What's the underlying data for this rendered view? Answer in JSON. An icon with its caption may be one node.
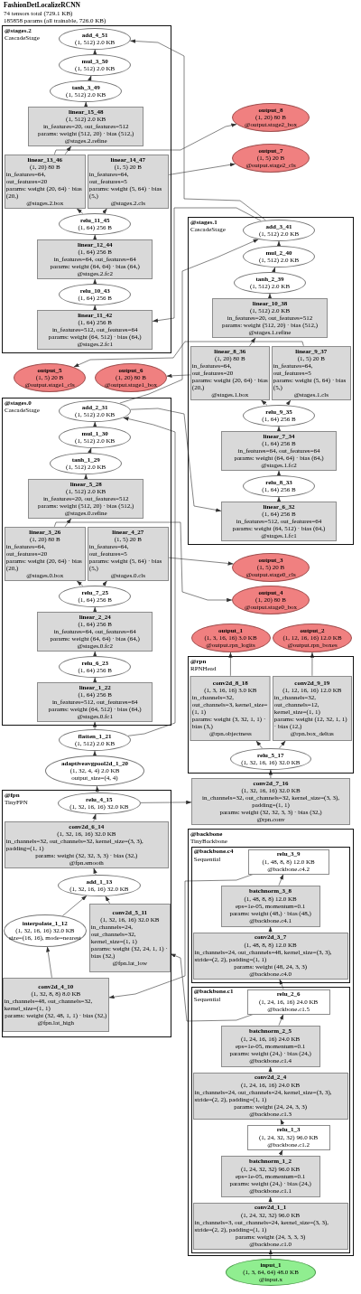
{
  "diagram": {
    "title": "FashionDetLocalizeRCNN",
    "labels": [
      "74 tensors total (729.1 KB)",
      "185858 params (all trainable, 726.0 KB)"
    ],
    "nodes": [
      {
        "text": [
          "@stages.2",
          "CascadeStage"
        ]
      },
      {
        "text": [
          "add_4_51",
          "(1, 512) 2.0 KB"
        ],
        "in": 0
      },
      {
        "text": [
          "mul_3_50",
          "(1, 512) 2.0 KB"
        ],
        "in": 0
      },
      {
        "text": [
          "tanh_3_49",
          "(1, 512) 2.0 KB"
        ],
        "in": 0
      },
      {
        "text": [
          "output_8",
          "(1, 20) 80 B",
          "@output.stage2_box"
        ]
      },
      {
        "text": [
          "output_7",
          "(1, 5) 20 B",
          "@output.stage2_cls"
        ]
      },
      {
        "text": [
          "linear_15_48",
          "(1, 512) 2.0 KB",
          "in_features=20, out_features=512",
          "params: weight (512, 20) · bias (512,)",
          "@stages.2.refine"
        ],
        "in": 0
      },
      {
        "text": [
          "linear_13_46",
          "(1, 20) 80 B",
          "in_features=64, out_features=20",
          "params: weight (20, 64) · bias (20,)",
          "@stages.2.box"
        ],
        "in": 0
      },
      {
        "text": [
          "linear_14_47",
          "(1, 5) 20 B",
          "in_features=64, out_features=5",
          "params: weight (5, 64) · bias (5,)",
          "@stages.2.cls"
        ],
        "in": 0
      },
      {
        "text": [
          "relu_11_45",
          "(1, 64) 256 B"
        ],
        "in": 0
      },
      {
        "text": [
          "linear_12_44",
          "(1, 64) 256 B",
          "in_features=64, out_features=64",
          "params: weight (64, 64) · bias (64,)",
          "@stages.2.fc2"
        ],
        "in": 0
      },
      {
        "text": [
          "relu_10_43",
          "(1, 64) 256 B"
        ],
        "in": 0
      },
      {
        "text": [
          "linear_11_42",
          "(1, 64) 256 B",
          "in_features=512, out_features=64",
          "params: weight (64, 512) · bias (64,)",
          "@stages.2.fc1"
        ],
        "in": 0
      },
      {
        "text": [
          "@stages.1",
          "CascadeStage"
        ]
      },
      {
        "text": [
          "add_3_41",
          "(1, 512) 2.0 KB"
        ],
        "in": 13
      },
      {
        "text": [
          "mul_2_40",
          "(1, 512) 2.0 KB"
        ],
        "in": 13
      },
      {
        "text": [
          "tanh_2_39",
          "(1, 512) 2.0 KB"
        ],
        "in": 13
      },
      {
        "text": [
          "output_6",
          "(1, 20) 80 B",
          "@output.stage1_box"
        ]
      },
      {
        "text": [
          "output_5",
          "(1, 5) 20 B",
          "@output.stage1_cls"
        ]
      },
      {
        "text": [
          "linear_10_38",
          "(1, 512) 2.0 KB",
          "in_features=20, out_features=512",
          "params: weight (512, 20) · bias (512,)",
          "@stages.1.refine"
        ],
        "in": 13
      },
      {
        "text": [
          "linear_8_36",
          "(1, 20) 80 B",
          "in_features=64, out_features=20",
          "params: weight (20, 64) · bias (20,)",
          "@stages.1.box"
        ],
        "in": 13
      },
      {
        "text": [
          "linear_9_37",
          "(1, 5) 20 B",
          "in_features=64, out_features=5",
          "params: weight (5, 64) · bias (5,)",
          "@stages.1.cls"
        ],
        "in": 13
      },
      {
        "text": [
          "relu_9_35",
          "(1, 64) 256 B"
        ],
        "in": 13
      },
      {
        "text": [
          "linear_7_34",
          "(1, 64) 256 B",
          "in_features=64, out_features=64",
          "params: weight (64, 64) · bias (64,)",
          "@stages.1.fc2"
        ],
        "in": 13
      },
      {
        "text": [
          "relu_8_33",
          "(1, 64) 256 B"
        ],
        "in": 13
      },
      {
        "text": [
          "linear_6_32",
          "(1, 64) 256 B",
          "in_features=512, out_features=64",
          "params: weight (64, 512) · bias (64,)",
          "@stages.1.fc1"
        ],
        "in": 13
      },
      {
        "text": [
          "@stages.0",
          "CascadeStage"
        ]
      },
      {
        "text": [
          "add_2_31",
          "(1, 512) 2.0 KB"
        ],
        "in": 26
      },
      {
        "text": [
          "mul_1_30",
          "(1, 512) 2.0 KB"
        ],
        "in": 26
      },
      {
        "text": [
          "tanh_1_29",
          "(1, 512) 2.0 KB"
        ],
        "in": 26
      },
      {
        "text": [
          "output_4",
          "(1, 20) 80 B",
          "@output.stage0_box"
        ]
      },
      {
        "text": [
          "output_3",
          "(1, 5) 20 B",
          "@output.stage0_cls"
        ]
      },
      {
        "text": [
          "linear_5_28",
          "(1, 512) 2.0 KB",
          "in_features=20, out_features=512",
          "params: weight (512, 20) · bias (512,)",
          "@stages.0.refine"
        ],
        "in": 26
      },
      {
        "text": [
          "linear_3_26",
          "(1, 20) 80 B",
          "in_features=64, out_features=20",
          "params: weight (20, 64) · bias (20,)",
          "@stages.0.box"
        ],
        "in": 26
      },
      {
        "text": [
          "linear_4_27",
          "(1, 5) 20 B",
          "in_features=64, out_features=5",
          "params: weight (5, 64) · bias (5,)",
          "@stages.0.cls"
        ],
        "in": 26
      },
      {
        "text": [
          "relu_7_25",
          "(1, 64) 256 B"
        ],
        "in": 26
      },
      {
        "text": [
          "linear_2_24",
          "(1, 64) 256 B",
          "in_features=64, out_features=64",
          "params: weight (64, 64) · bias (64,)",
          "@stages.0.fc2"
        ],
        "in": 26
      },
      {
        "text": [
          "relu_6_23",
          "(1, 64) 256 B"
        ],
        "in": 26
      },
      {
        "text": [
          "linear_1_22",
          "(1, 64) 256 B",
          "in_features=512, out_features=64",
          "params: weight (64, 512) · bias (64,)",
          "@stages.0.fc1"
        ],
        "in": 26
      },
      {
        "text": [
          "output_1",
          "(1, 3, 16, 16) 3.0 KB",
          "@output.rpn_logits"
        ]
      },
      {
        "text": [
          "output_2",
          "(1, 12, 16, 16) 12.0 KB",
          "@output.rpn_boxes"
        ]
      },
      {
        "text": [
          "@rpn",
          "RPNHead"
        ]
      },
      {
        "text": [
          "conv2d_8_18",
          "(1, 3, 16, 16) 3.0 KB",
          "in_channels=32, out_channels=3, kernel_size=(1, 1)",
          "params: weight (3, 32, 1, 1) · bias (3,)",
          "@rpn.objectness"
        ],
        "in": 41
      },
      {
        "text": [
          "conv2d_9_19",
          "(1, 12, 16, 16) 12.0 KB",
          "in_channels=32, out_channels=12, kernel_size=(1, 1)",
          "params: weight (12, 32, 1, 1) · bias (12,)",
          "@rpn.box_deltas"
        ],
        "in": 41
      },
      {
        "text": [
          "relu_5_17",
          "(1, 32, 16, 16) 32.0 KB"
        ],
        "in": 41
      },
      {
        "text": [
          "flatten_1_21",
          "(1, 512) 2.0 KB"
        ]
      },
      {
        "text": [
          "conv2d_7_16",
          "(1, 32, 16, 16) 32.0 KB",
          "in_channels=32, out_channels=32, kernel_size=(3, 3), padding=(1, 1)",
          "params: weight (32, 32, 3, 3) · bias (32,)",
          "@rpn.conv"
        ]
      },
      {
        "text": [
          "adaptiveavgpool2d_1_20",
          "(1, 32, 4, 4) 2.0 KB",
          "output_size=(4, 4)"
        ]
      },
      {
        "text": [
          "@fpn",
          "TinyFPN"
        ]
      },
      {
        "text": [
          "relu_4_15",
          "(1, 32, 16, 16) 32.0 KB"
        ],
        "in": 48
      },
      {
        "text": [
          "conv2d_6_14",
          "(1, 32, 16, 16) 32.0 KB",
          "in_channels=32, out_channels=32, kernel_size=(3, 3), padding=(1, 1)",
          "params: weight (32, 32, 3, 3) · bias (32,)",
          "@fpn.smooth"
        ],
        "in": 48
      },
      {
        "text": [
          "add_1_13",
          "(1, 32, 16, 16) 32.0 KB"
        ],
        "in": 48
      },
      {
        "text": [
          "interpolate_1_12",
          "(1, 32, 16, 16) 32.0 KB",
          "size=(16, 16), mode=nearest"
        ],
        "in": 48
      },
      {
        "text": [
          "conv2d_5_11",
          "(1, 32, 16, 16) 32.0 KB",
          "in_channels=24, out_channels=32, kernel_size=(1, 1)",
          "params: weight (32, 24, 1, 1) · bias (32,)",
          "@fpn.lat_low"
        ],
        "in": 48
      },
      {
        "text": [
          "conv2d_4_10",
          "(1, 32, 8, 8) 8.0 KB",
          "in_channels=48, out_channels=32, kernel_size=(1, 1)",
          "params: weight (32, 48, 1, 1) · bias (32,)",
          "@fpn.lat_high"
        ],
        "in": 48
      },
      {
        "text": [
          "@backbone",
          "TinyBackbone"
        ]
      },
      {
        "text": [
          "@backbone.c4",
          "Sequential"
        ],
        "in": 55
      },
      {
        "text": [
          "relu_3_9",
          "(1, 48, 8, 8) 12.0 KB",
          "@backbone.c4.2"
        ],
        "in": 56
      },
      {
        "text": [
          "batchnorm_3_8",
          "(1, 48, 8, 8) 12.0 KB",
          "eps=1e-05, momentum=0.1",
          "params: weight (48,) · bias (48,)",
          "@backbone.c4.1"
        ],
        "in": 56
      },
      {
        "text": [
          "conv2d_3_7",
          "(1, 48, 8, 8) 12.0 KB",
          "in_channels=24, out_channels=48, kernel_size=(3, 3), stride=(2, 2), padding=(1, 1)",
          "params: weight (48, 24, 3, 3)",
          "@backbone.c4.0"
        ],
        "in": 56
      },
      {
        "text": [
          "@backbone.c1",
          "Sequential"
        ],
        "in": 55
      },
      {
        "text": [
          "relu_2_6",
          "(1, 24, 16, 16) 24.0 KB",
          "@backbone.c1.5"
        ],
        "in": 60
      },
      {
        "text": [
          "batchnorm_2_5",
          "(1, 24, 16, 16) 24.0 KB",
          "eps=1e-05, momentum=0.1",
          "params: weight (24,) · bias (24,)",
          "@backbone.c1.4"
        ],
        "in": 60
      },
      {
        "text": [
          "conv2d_2_4",
          "(1, 24, 16, 16) 24.0 KB",
          "in_channels=24, out_channels=24, kernel_size=(3, 3), stride=(2, 2), padding=(1, 1)",
          "params: weight (24, 24, 3, 3)",
          "@backbone.c1.3"
        ],
        "in": 60
      },
      {
        "text": [
          "relu_1_3",
          "(1, 24, 32, 32) 96.0 KB",
          "@backbone.c1.2"
        ],
        "in": 60
      },
      {
        "text": [
          "batchnorm_1_2",
          "(1, 24, 32, 32) 96.0 KB",
          "eps=1e-05, momentum=0.1",
          "params: weight (24,) · bias (24,)",
          "@backbone.c1.1"
        ],
        "in": 60
      },
      {
        "text": [
          "conv2d_1_1",
          "(1, 24, 32, 32) 96.0 KB",
          "in_channels=3, out_channels=24, kernel_size=(3, 3), stride=(2, 2), padding=(1, 1)",
          "params: weight (24, 3, 3, 3)",
          "@backbone.c1.0"
        ],
        "in": 60
      },
      {
        "text": [
          "input_1",
          "(1, 3, 64, 64) 48.0 KB",
          "@input.x"
        ]
      }
    ],
    "edges": [
      {
        "from": 67,
        "to": 66,
        "arrow": "to"
      },
      {
        "from": 66,
        "to": 65,
        "arrow": "to"
      },
      {
        "from": 65,
        "to": 64,
        "arrow": "to"
      },
      {
        "from": 64,
        "to": 63,
        "arrow": "to"
      },
      {
        "from": 63,
        "to": 62,
        "arrow": "to"
      },
      {
        "from": 62,
        "to": 61,
        "arrow": "to"
      },
      {
        "from": 61,
        "to": 59,
        "arrow": "to"
      },
      {
        "from": 59,
        "to": 58,
        "arrow": "to"
      },
      {
        "from": 58,
        "to": 57,
        "arrow": "to"
      },
      {
        "from": 61,
        "to": 53,
        "arrow": "to"
      },
      {
        "from": 57,
        "to": 54,
        "arrow": "to"
      },
      {
        "from": 54,
        "to": 52,
        "arrow": "to"
      },
      {
        "from": 52,
        "to": 51,
        "arrow": "to"
      },
      {
        "from": 53,
        "to": 51,
        "arrow": "to"
      },
      {
        "from": 51,
        "to": 50,
        "arrow": "to"
      },
      {
        "from": 50,
        "to": 49,
        "arrow": "to"
      },
      {
        "from": 49,
        "to": 46,
        "arrow": "to"
      },
      {
        "from": 49,
        "to": 47,
        "arrow": "to"
      },
      {
        "from": 46,
        "to": 44,
        "arrow": "to"
      },
      {
        "from": 44,
        "to": 42,
        "arrow": "to"
      },
      {
        "from": 44,
        "to": 43,
        "arrow": "to"
      },
      {
        "from": 42,
        "to": 39,
        "arrow": "to"
      },
      {
        "from": 43,
        "to": 40,
        "arrow": "to"
      },
      {
        "from": 47,
        "to": 45,
        "arrow": "to"
      },
      {
        "from": 45,
        "to": 38,
        "arrow": "to"
      },
      {
        "from": 45,
        "to": 27,
        "arrow": "to"
      },
      {
        "from": 38,
        "to": 37,
        "arrow": "to"
      },
      {
        "from": 37,
        "to": 36,
        "arrow": "to"
      },
      {
        "from": 36,
        "to": 35,
        "arrow": "to"
      },
      {
        "from": 35,
        "to": 33,
        "arrow": "to"
      },
      {
        "from": 35,
        "to": 34,
        "arrow": "to"
      },
      {
        "from": 33,
        "to": 30,
        "arrow": "to"
      },
      {
        "from": 34,
        "to": 31,
        "arrow": "to"
      },
      {
        "from": 33,
        "to": 32,
        "arrow": "to"
      },
      {
        "from": 32,
        "to": 29,
        "arrow": "to"
      },
      {
        "from": 29,
        "to": 28,
        "arrow": "to"
      },
      {
        "from": 28,
        "to": 27,
        "arrow": "to"
      },
      {
        "from": 27,
        "to": 25,
        "arrow": "to"
      },
      {
        "from": 27,
        "to": 14,
        "arrow": "to"
      },
      {
        "from": 25,
        "to": 24,
        "arrow": "to"
      },
      {
        "from": 24,
        "to": 23,
        "arrow": "to"
      },
      {
        "from": 23,
        "to": 22,
        "arrow": "to"
      },
      {
        "from": 22,
        "to": 20,
        "arrow": "to"
      },
      {
        "from": 22,
        "to": 21,
        "arrow": "to"
      },
      {
        "from": 20,
        "to": 17,
        "arrow": "to"
      },
      {
        "from": 21,
        "to": 18,
        "arrow": "to"
      },
      {
        "from": 20,
        "to": 19,
        "arrow": "to"
      },
      {
        "from": 19,
        "to": 16,
        "arrow": "to"
      },
      {
        "from": 16,
        "to": 15,
        "arrow": "to"
      },
      {
        "from": 15,
        "to": 14,
        "arrow": "to"
      },
      {
        "from": 14,
        "to": 12,
        "arrow": "to"
      },
      {
        "from": 14,
        "to": 1,
        "arrow": "to"
      },
      {
        "from": 12,
        "to": 11,
        "arrow": "to"
      },
      {
        "from": 11,
        "to": 10,
        "arrow": "to"
      },
      {
        "from": 10,
        "to": 9,
        "arrow": "to"
      },
      {
        "from": 9,
        "to": 7,
        "arrow": "to"
      },
      {
        "from": 9,
        "to": 8,
        "arrow": "to"
      },
      {
        "from": 7,
        "to": 4,
        "arrow": "to"
      },
      {
        "from": 8,
        "to": 5,
        "arrow": "to"
      },
      {
        "from": 7,
        "to": 6,
        "arrow": "to"
      },
      {
        "from": 6,
        "to": 3,
        "arrow": "to"
      },
      {
        "from": 3,
        "to": 2,
        "arrow": "to"
      },
      {
        "from": 2,
        "to": 1,
        "arrow": "to"
      }
    ]
  }
}
